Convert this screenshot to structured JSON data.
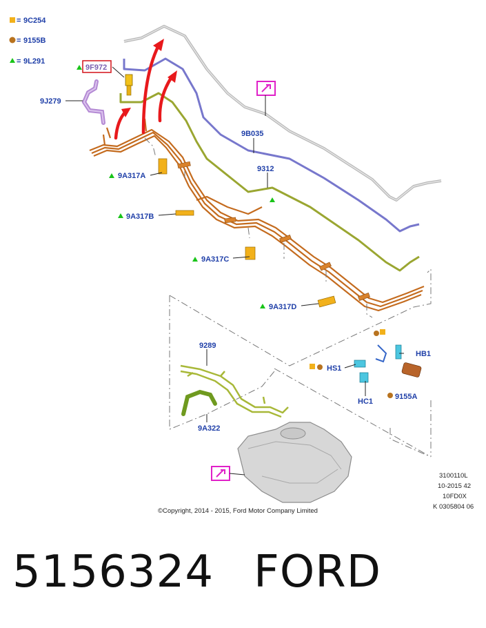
{
  "legend": [
    {
      "symbol": "square",
      "color": "#f2b11b",
      "code": "9C254"
    },
    {
      "symbol": "circle",
      "color": "#b8731f",
      "code": "9155B"
    },
    {
      "symbol": "triangle",
      "color": "#19c419",
      "code": "9L291"
    }
  ],
  "labels": {
    "l_9F972": "9F972",
    "l_9J279": "9J279",
    "l_9B035": "9B035",
    "l_9312": "9312",
    "l_9A317A": "9A317A",
    "l_9A317B": "9A317B",
    "l_9A317C": "9A317C",
    "l_9A317D": "9A317D",
    "l_9289": "9289",
    "l_9A322": "9A322",
    "l_HB1": "HB1",
    "l_HS1": "HS1",
    "l_HC1": "HC1",
    "l_9155A": "9155A"
  },
  "info_block": [
    "3100110L",
    "10-2015 42",
    "10FD0X",
    "K 0305804 06"
  ],
  "copyright": "©Copyright, 2014 - 2015, Ford Motor Company Limited",
  "footer": {
    "part_number": "5156324",
    "brand": "FORD"
  },
  "colors": {
    "label_blue": "#1f3fa8",
    "highlight_red": "#d61f26",
    "callout_magenta": "#e020c8",
    "arrow_red": "#e8191c"
  }
}
